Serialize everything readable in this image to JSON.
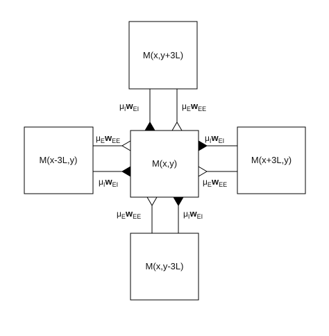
{
  "nodes": {
    "center": "M(x,y)",
    "top": "M(x,y+3L)",
    "bottom": "M(x,y-3L)",
    "left": "M(x-3L,y)",
    "right": "M(x+3L,y)"
  },
  "symbols": {
    "mu": "μ",
    "w": "w",
    "inhibitory_sub": "I",
    "excitatory_sub": "E",
    "ei_sub": "EI",
    "ee_sub": "EE"
  },
  "colors": {
    "stroke": "#000000",
    "background": "#ffffff"
  }
}
